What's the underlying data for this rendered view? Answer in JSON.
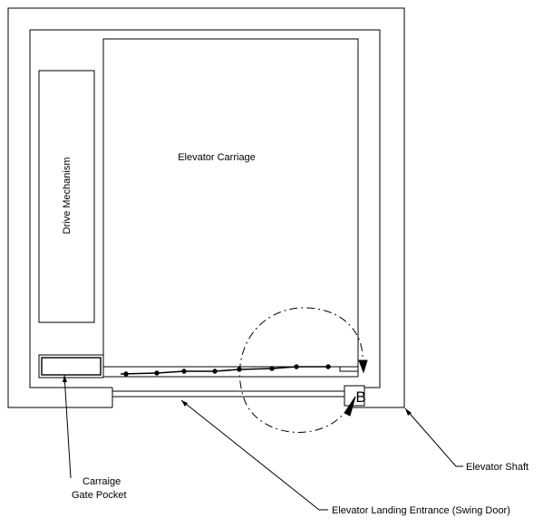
{
  "labels": {
    "elevator_carriage": "Elevator Carriage",
    "drive_mechanism": "Drive Mechanism",
    "carriage_gate_pocket_line1": "Carraige",
    "carriage_gate_pocket_line2": "Gate Pocket",
    "elevator_shaft": "Elevator Shaft",
    "landing_entrance": "Elevator Landing Entrance (Swing Door)",
    "swing_marker": "B"
  },
  "colors": {
    "stroke": "#000000",
    "background": "#ffffff"
  }
}
